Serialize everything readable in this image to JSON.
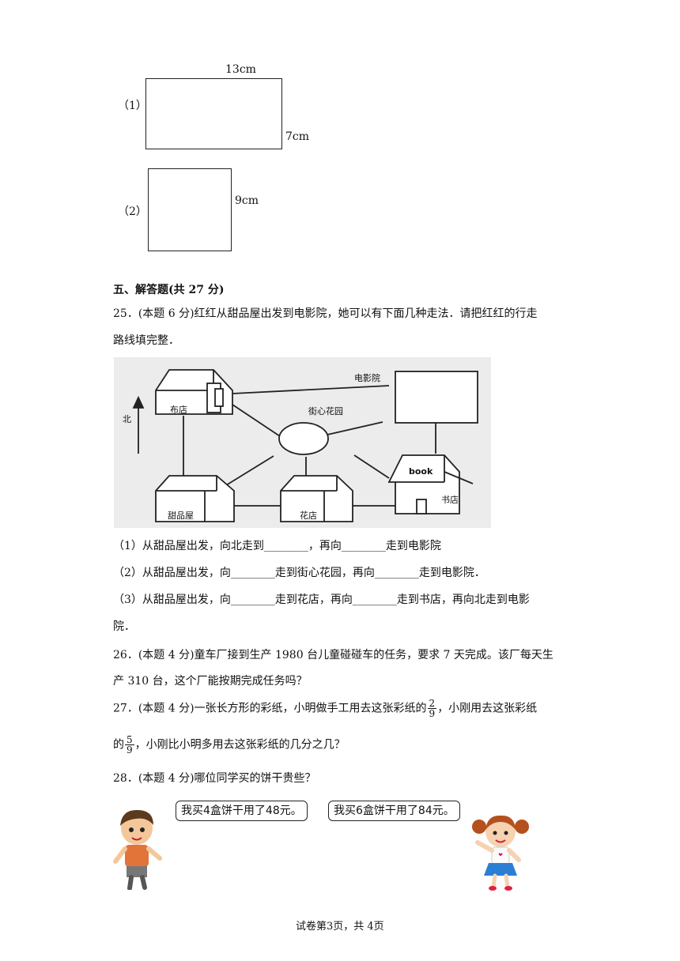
{
  "figures": {
    "fig1": {
      "label": "（1）",
      "top_dim": "13cm",
      "side_dim": "7cm"
    },
    "fig2": {
      "label": "（2）",
      "side_dim": "9cm"
    }
  },
  "section5": {
    "title": "五、解答题(共 27 分)"
  },
  "q25": {
    "line1": "25．(本题 6 分)红红从甜品屋出发到电影院，她可以有下面几种走法．请把红红的行走",
    "line2": "路线填完整．",
    "map": {
      "cinema": "电影院",
      "cloth_shop": "布店",
      "garden": "街心花园",
      "north": "北",
      "dessert": "甜品屋",
      "flower": "花店",
      "book_word": "book",
      "bookstore": "书店"
    },
    "sub1": "（1）从甜品屋出发，向北走到________，再向________走到电影院",
    "sub2": "（2）从甜品屋出发，向________走到街心花园，再向________走到电影院．",
    "sub3a": "（3）从甜品屋出发，向________走到花店，再向________走到书店，再向北走到电影",
    "sub3b": "院．"
  },
  "q26": {
    "line1": "26．(本题 4 分)童车厂接到生产 1980 台儿童碰碰车的任务，要求 7 天完成。该厂每天生",
    "line2": "产 310 台，这个厂能按期完成任务吗？"
  },
  "q27": {
    "line1_pre": "27．(本题 4 分)一张长方形的彩纸，小明做手工用去这张彩纸的",
    "frac1_num": "2",
    "frac1_den": "9",
    "line1_post": "，小刚用去这张彩纸",
    "line2_pre": "的",
    "frac2_num": "5",
    "frac2_den": "9",
    "line2_post": "，小刚比小明多用去这张彩纸的几分之几？"
  },
  "q28": {
    "line1": "28．(本题 4 分)哪位同学买的饼干贵些？",
    "bubble_boy": "我买4盒饼干用了48元。",
    "bubble_girl": "我买6盒饼干用了84元。"
  },
  "footer": "试卷第3页，共 4页"
}
